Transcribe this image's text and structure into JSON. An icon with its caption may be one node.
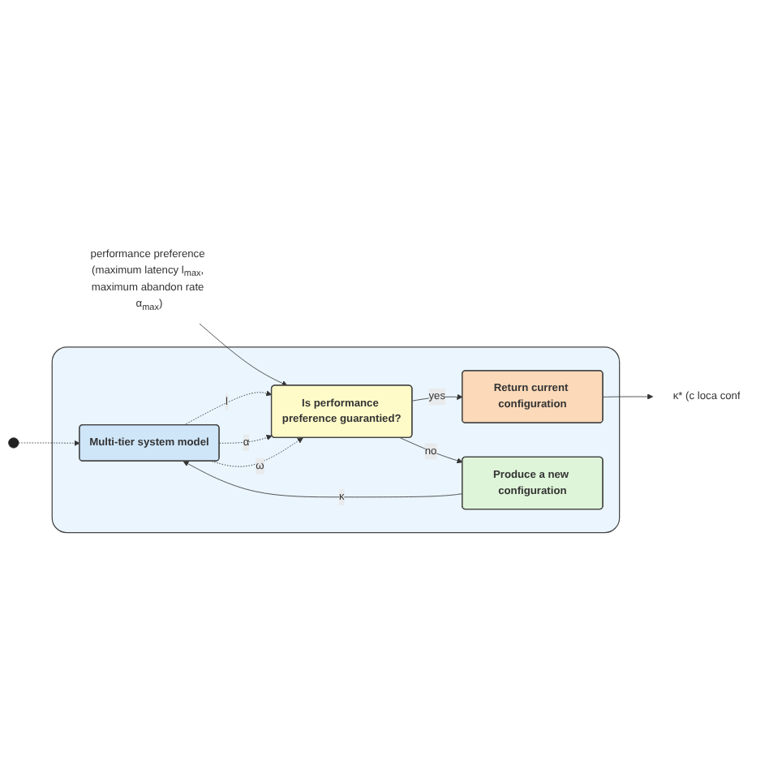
{
  "diagram": {
    "nodes": [
      {
        "text": [],
        "shape": "box"
      },
      {
        "text": [
          "performance preference (maximum latency l$_{max}$, maximum abandon rate α$_{max}$)"
        ]
      },
      {
        "text": [
          "Multi-tier system model"
        ],
        "in": 0
      },
      {
        "text": [
          "Is performance preference guarantied?"
        ],
        "in": 0
      },
      {
        "text": [
          "Return current configuration"
        ],
        "in": 0
      },
      {
        "text": [
          "Produce a new configuration"
        ],
        "in": 0
      },
      {
        "text": [
          "κ* (c loca conf"
        ]
      }
    ],
    "edges": [
      {
        "from": null,
        "to": 2,
        "arrow": "to",
        "style": "dashed"
      },
      {
        "from": 1,
        "to": 3,
        "arrow": "to"
      },
      {
        "from": 2,
        "to": 3,
        "arrow": "to",
        "label": "l",
        "style": "dashed"
      },
      {
        "from": 2,
        "to": 3,
        "arrow": "to",
        "label": "α",
        "style": "dashed"
      },
      {
        "from": 2,
        "to": 3,
        "arrow": "to",
        "label": "ω",
        "style": "dashed"
      },
      {
        "from": 3,
        "to": 5,
        "arrow": "to",
        "label": "no"
      },
      {
        "from": 3,
        "to": 4,
        "arrow": "to",
        "label": "yes"
      },
      {
        "from": 5,
        "to": 2,
        "arrow": "to",
        "label": "κ"
      },
      {
        "from": 4,
        "to": 6,
        "arrow": "to"
      }
    ]
  }
}
